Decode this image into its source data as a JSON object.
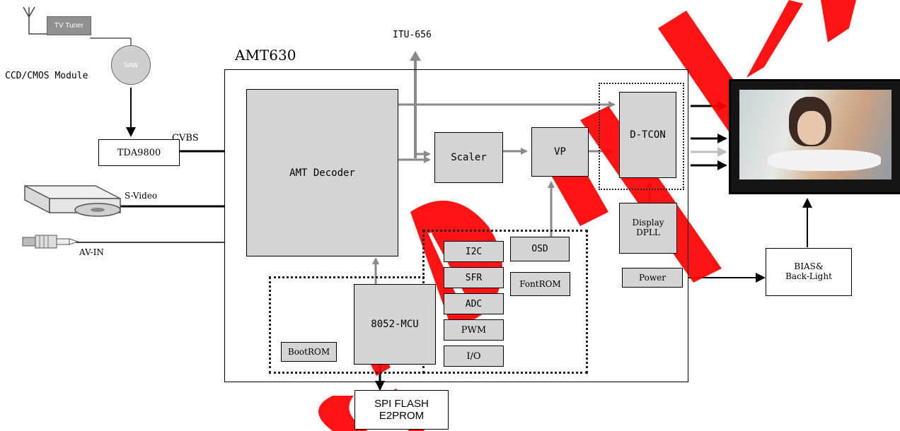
{
  "chip": {
    "title": "AMT630"
  },
  "inputs": {
    "tv_tuner": "TV Tuner",
    "saw": "SAW",
    "ccd_cmos": "CCD/CMOS Module",
    "tda": "TDA9800",
    "cvbs": "CVBS",
    "svideo": "S-Video",
    "avin": "AV-IN"
  },
  "blocks": {
    "decoder": "AMT Decoder",
    "scaler": "Scaler",
    "vp": "VP",
    "dtcon": "D-TCON",
    "display_dpll": "Display\nDPLL",
    "power": "Power",
    "i2c": "I2C",
    "sfr": "SFR",
    "adc": "ADC",
    "pwm": "PWM",
    "io": "I/O",
    "osd": "OSD",
    "fontrom": "FontROM",
    "mcu": "8052-MCU",
    "bootrom": "BootROM",
    "itu656": "ITU-656"
  },
  "external": {
    "spi_flash": "SPI FLASH\nE2PROM",
    "bias": "BIAS&\nBack-Light"
  },
  "watermark": {
    "text": "CONFIDENTIAL",
    "color": "#ff0000"
  }
}
